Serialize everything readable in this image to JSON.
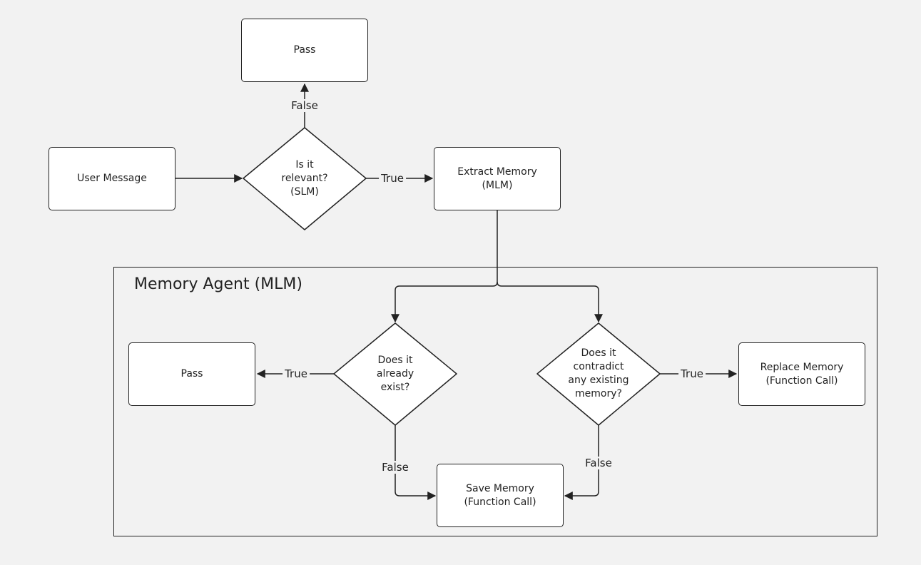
{
  "group": {
    "title": "Memory Agent (MLM)"
  },
  "nodes": {
    "user_message": "User Message",
    "relevance_check": "Is it\nrelevant?\n(SLM)",
    "pass_top": "Pass",
    "extract_memory": "Extract Memory\n(MLM)",
    "exists_check": "Does it\nalready\nexist?",
    "contradict_check": "Does it\ncontradict\nany existing\nmemory?",
    "pass_left": "Pass",
    "replace_memory": "Replace Memory\n(Function Call)",
    "save_memory": "Save Memory\n(Function Call)"
  },
  "edges": {
    "relevance_false": "False",
    "relevance_true": "True",
    "exists_true": "True",
    "exists_false": "False",
    "contradict_true": "True",
    "contradict_false": "False"
  },
  "colors": {
    "background": "#f2f2f2",
    "node_fill": "#ffffff",
    "stroke": "#222222"
  }
}
